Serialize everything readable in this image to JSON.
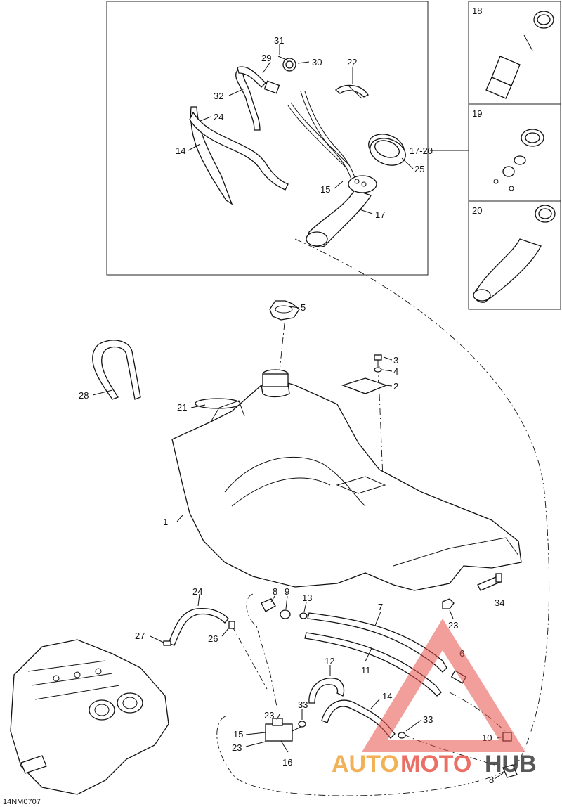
{
  "diagram_code": "14NM0707",
  "callouts": {
    "c1": "1",
    "c2": "2",
    "c3": "3",
    "c4": "4",
    "c5": "5",
    "c6": "6",
    "c7": "7",
    "c8a": "8",
    "c8b": "8",
    "c9": "9",
    "c10": "10",
    "c11": "11",
    "c12": "12",
    "c13": "13",
    "c14a": "14",
    "c14b": "14",
    "c15a": "15",
    "c15b": "15",
    "c16": "16",
    "c17": "17",
    "c17_20": "17-20",
    "c18": "18",
    "c19": "19",
    "c20": "20",
    "c21": "21",
    "c22": "22",
    "c23a": "23",
    "c23b": "23",
    "c23c": "23",
    "c24a": "24",
    "c24b": "24",
    "c25": "25",
    "c26": "26",
    "c27": "27",
    "c28": "28",
    "c29": "29",
    "c30": "30",
    "c31": "31",
    "c32": "32",
    "c33a": "33",
    "c33b": "33",
    "c34": "34"
  },
  "watermark": {
    "auto": "AUTO",
    "moto": "MOTO",
    "hub": "HUB",
    "colors": {
      "auto": "#f0a33a",
      "moto": "#e8564a",
      "hub": "#3a3a3a",
      "triangle": "#e8504a"
    }
  }
}
